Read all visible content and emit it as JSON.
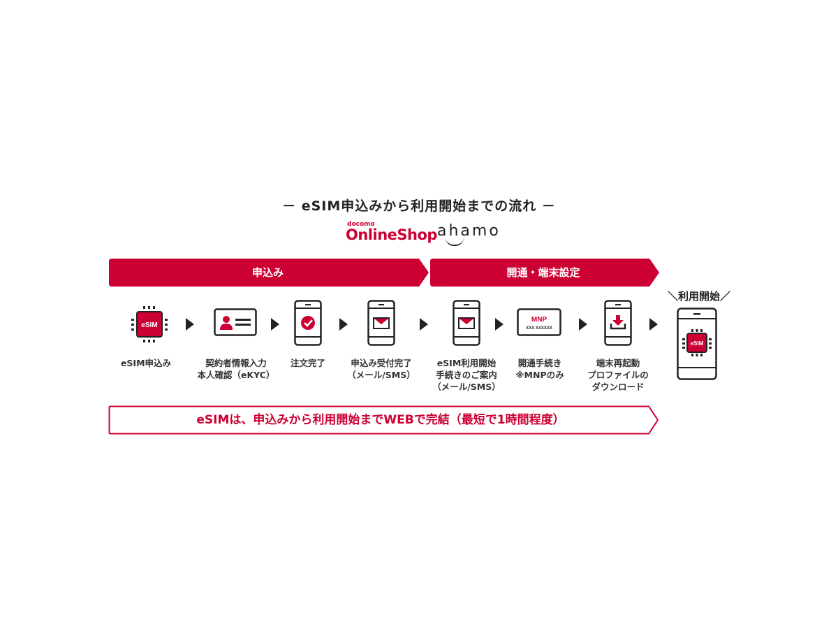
{
  "header": {
    "title": "－ eSIM申込みから利用開始までの流れ －",
    "logos": {
      "docomo_small": "docomo",
      "online_shop": "OnlineShop",
      "ahamo": "ahamo"
    }
  },
  "phases": [
    {
      "label": "申込み"
    },
    {
      "label": "開通・端末設定"
    }
  ],
  "start_label": "＼利用開始／",
  "steps": [
    {
      "icon": "esim-chip-icon",
      "lines": [
        "eSIM申込み"
      ]
    },
    {
      "icon": "id-card-icon",
      "lines": [
        "契約者情報入力",
        "本人確認（eKYC）"
      ]
    },
    {
      "icon": "phone-check-icon",
      "lines": [
        "注文完了"
      ]
    },
    {
      "icon": "phone-mail-icon",
      "lines": [
        "申込み受付完了",
        "（メール/SMS）"
      ]
    },
    {
      "icon": "phone-mail-icon",
      "lines": [
        "eSIM利用開始",
        "手続きのご案内",
        "（メール/SMS）"
      ]
    },
    {
      "icon": "mnp-card-icon",
      "lines": [
        "開通手続き",
        "※MNPのみ"
      ],
      "card_title": "MNP",
      "card_number": "XXX XXXXXX"
    },
    {
      "icon": "phone-download-icon",
      "lines": [
        "端末再起動",
        "プロファイルの",
        "ダウンロード"
      ]
    },
    {
      "icon": "phone-esim-icon",
      "lines": []
    }
  ],
  "chip_label": "eSIM",
  "banner": {
    "text": "eSIMは、申込みから利用開始までWEBで完結（最短で1時間程度）"
  },
  "colors": {
    "brand_red": "#cc0033",
    "dark": "#222222"
  }
}
